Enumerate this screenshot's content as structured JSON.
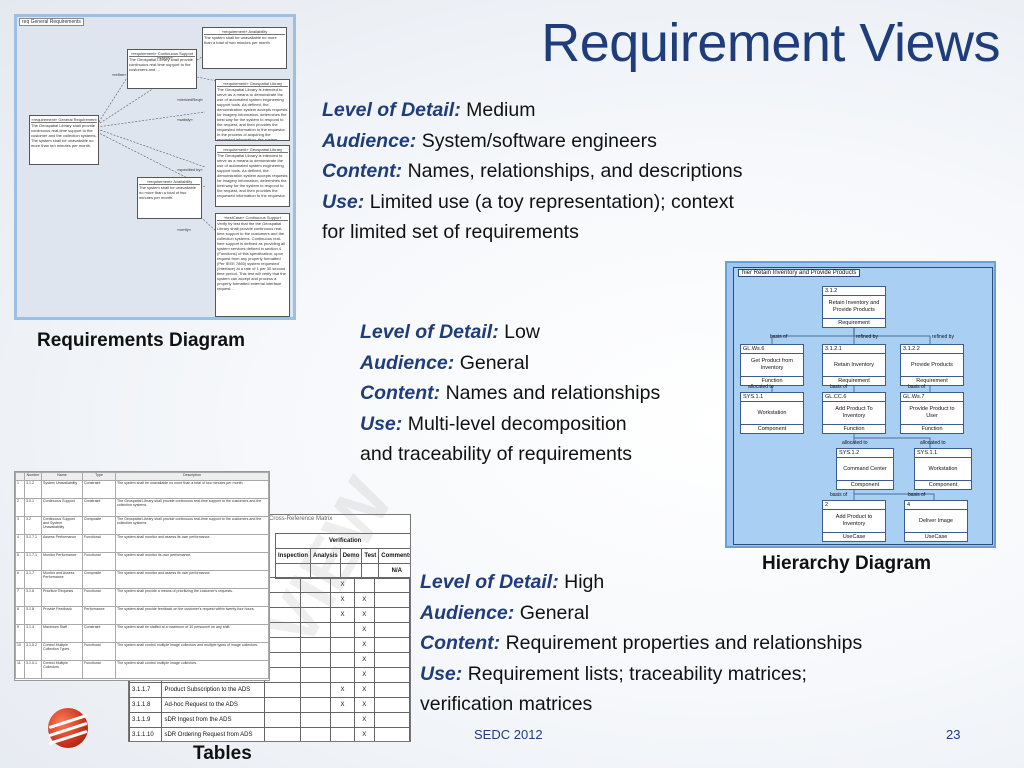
{
  "slide": {
    "title": "Requirement Views",
    "footer_left": "SEDC 2012",
    "page_number": "23"
  },
  "panels": [
    {
      "level_label": "Level of Detail:",
      "level": "Medium",
      "audience_label": "Audience:",
      "audience": "System/software engineers",
      "content_label": "Content:",
      "content": "Names, relationships, and descriptions",
      "use_label": "Use:",
      "use_line1": "Limited use (a toy representation); context",
      "use_line2": "for limited set of requirements"
    },
    {
      "level_label": "Level of Detail:",
      "level": "Low",
      "audience_label": "Audience:",
      "audience": "General",
      "content_label": "Content:",
      "content": "Names and relationships",
      "use_label": "Use:",
      "use_line1": "Multi-level decomposition",
      "use_line2": "and traceability of requirements"
    },
    {
      "level_label": "Level of Detail:",
      "level": "High",
      "audience_label": "Audience:",
      "audience": "General",
      "content_label": "Content:",
      "content": "Requirement properties and relationships",
      "use_label": "Use:",
      "use_line1": "Requirement lists; traceability matrices;",
      "use_line2": "verification matrices"
    }
  ],
  "captions": {
    "requirements_diagram": "Requirements Diagram",
    "hierarchy_diagram": "Hierarchy Diagram",
    "tables": "Tables"
  },
  "req_diagram": {
    "tab": "req General Requirements",
    "boxes": [
      {
        "head": "«requirement» Availability",
        "body": "The system shall be unavailable no more than a total of two minutes per month."
      },
      {
        "head": "«requirement» Continuous Support",
        "body": "The Geospatial Library shall provide continuous real-time support to the customers and ..."
      },
      {
        "head": "«requirement» Geospatial Library",
        "body": "The Geospatial Library is intended to serve as a means to demonstrate the use of automated system engineering support tools. As defined, the demonstration system accepts requests for imagery information, determines the best way for the system to respond to the request, and then provides the requested information to the requestor. In the process of acquiring the requested information, the system may..."
      },
      {
        "head": "«requirement» General Requirement",
        "body": "The Geospatial Library shall provide continuous real-time support to the customer and the collection systems. The system shall be unavailable no more than ten minutes per month."
      },
      {
        "head": "«requirement» Geospatial Library",
        "body": "The Geospatial Library is intended to serve as a means to demonstrate the use of automated system engineering support tools. As defined, the demonstration system accepts requests for imagery information, determines the best way for the system to respond to the request, and then provides the requested information to the requestor."
      },
      {
        "head": "«requirement» Availability",
        "body": "The system shall be unavailable no more than a total of two minutes per month."
      },
      {
        "head": "«testCase» Continuous Support",
        "body": "Verify by test that the the Geospatial Library shall provide continuous real-time support to the customers and the collection systems. Continuous real-time support is defined as providing all system services defined in section 4 (Functions) of this specification, upon request from any properly formatted (Per IEEE 7860) system requested (Interface) at a rate of 1 per 30 second time period. This test will verify that the system can accept and process a properly formatted external interface request..."
      }
    ],
    "arrows": [
      "«refine»",
      "«satisfy»",
      "«derivedReqt»",
      "«satisfy»",
      "«specified by»",
      "«verify»",
      "«derivedReqt»"
    ]
  },
  "hierarchy": {
    "title": "hier Retain Inventory and Provide Products",
    "nodes": [
      {
        "id": "3.1.2",
        "name": "Retain Inventory and Provide Products",
        "type": "Requirement"
      },
      {
        "id": "GL.Ws.6",
        "name": "Get Product from Inventory",
        "type": "Function"
      },
      {
        "id": "3.1.2.1",
        "name": "Retain Inventory",
        "type": "Requirement"
      },
      {
        "id": "3.1.2.2",
        "name": "Provide Products",
        "type": "Requirement"
      },
      {
        "id": "SYS.1.1",
        "name": "Workstation",
        "type": "Component"
      },
      {
        "id": "GL.CC.6",
        "name": "Add Product To Inventory",
        "type": "Function"
      },
      {
        "id": "GL.Ws.7",
        "name": "Provide Product to User",
        "type": "Function"
      },
      {
        "id": "SYS.1.2",
        "name": "Command Center",
        "type": "Component"
      },
      {
        "id": "SYS.1.1",
        "name": "Workstation",
        "type": "Component"
      },
      {
        "id": "2",
        "name": "Add Product to Inventory",
        "type": "UseCase"
      },
      {
        "id": "4",
        "name": "Deliver Image",
        "type": "UseCase"
      }
    ],
    "links": [
      "basis of",
      "refined by",
      "refined by",
      "allocated to",
      "basis of",
      "basis of",
      "allocated to",
      "allocated to",
      "basis of",
      "basis of"
    ]
  },
  "table1": {
    "headers": [
      "Number",
      "Name",
      "Type",
      "Description"
    ],
    "rows": [
      [
        "1",
        "3.1.2",
        "System Unavailability",
        "Constraint",
        "The system shall be unavailable no more than a total of two minutes per month."
      ],
      [
        "2",
        "3.0.1",
        "Continuous Support",
        "Constraint",
        "The Geospatial Library shall provide continuous real-time support to the customers and the collection systems."
      ],
      [
        "3",
        "3.2",
        "Continuous Support and System Unavailability",
        "Composite",
        "The Geospatial Library shall provide continuous real-time support to the customers and the collection systems."
      ],
      [
        "4",
        "3.1.7.1",
        "Assess Performance",
        "Functional",
        "The system shall monitor and assess its own performance."
      ],
      [
        "5",
        "3.1.7.1",
        "Monitor Performance",
        "Functional",
        "The system shall monitor its own performance."
      ],
      [
        "6",
        "3.1.7",
        "Monitor and Assess Performance",
        "Composite",
        "The system shall monitor and assess its own performance."
      ],
      [
        "7",
        "3.1.6",
        "Prioritize Requests",
        "Functional",
        "The system shall provide a means of prioritizing the customer's requests."
      ],
      [
        "8",
        "3.1.8",
        "Provide Feedback",
        "Performance",
        "The system shall provide feedback on the customer's request within twenty-four hours."
      ],
      [
        "9",
        "3.1.4",
        "Maximum Staff",
        "Constraint",
        "The system shall be staffed at a maximum of 10 personnel on any shift."
      ],
      [
        "10",
        "3.1.5.2",
        "Control Multiple Collection Types",
        "Functional",
        "The system shall control multiple image collectors and multiple types of image collectors."
      ],
      [
        "11",
        "3.1.5.1",
        "Control Multiple Collectors",
        "Functional",
        "The system shall control multiple image collectors."
      ]
    ]
  },
  "table2": {
    "title": "Cross-Reference Matrix",
    "group_header": "Verification",
    "headers": [
      "Inspection",
      "Analysis",
      "Demo",
      "Test",
      "Comments"
    ],
    "na": "N/A",
    "rows": [
      {
        "id": "",
        "name": "",
        "marks": [
          "",
          "",
          "X",
          "",
          ""
        ]
      },
      {
        "id": "",
        "name": "",
        "marks": [
          "",
          "",
          "X",
          "X",
          ""
        ]
      },
      {
        "id": "",
        "name": "",
        "marks": [
          "",
          "",
          "X",
          "X",
          ""
        ]
      },
      {
        "id": "",
        "name": "",
        "marks": [
          "",
          "",
          "",
          "X",
          ""
        ]
      },
      {
        "id": "",
        "name": "",
        "marks": [
          "",
          "",
          "",
          "X",
          ""
        ]
      },
      {
        "id": "",
        "name": "",
        "marks": [
          "",
          "",
          "",
          "X",
          ""
        ]
      },
      {
        "id": "",
        "name": "",
        "marks": [
          "",
          "",
          "",
          "X",
          ""
        ]
      },
      {
        "id": "3.1.1.7",
        "name": "Product Subscription to the ADS",
        "marks": [
          "",
          "",
          "X",
          "X",
          ""
        ]
      },
      {
        "id": "3.1.1.8",
        "name": "Ad-hoc Request to the ADS",
        "marks": [
          "",
          "",
          "X",
          "X",
          ""
        ]
      },
      {
        "id": "3.1.1.9",
        "name": "sDR Ingest from the ADS",
        "marks": [
          "",
          "",
          "",
          "X",
          ""
        ]
      },
      {
        "id": "3.1.1.10",
        "name": "sDR Ordering Request from ADS",
        "marks": [
          "",
          "",
          "",
          "X",
          ""
        ]
      }
    ],
    "watermark": "VIEW"
  }
}
